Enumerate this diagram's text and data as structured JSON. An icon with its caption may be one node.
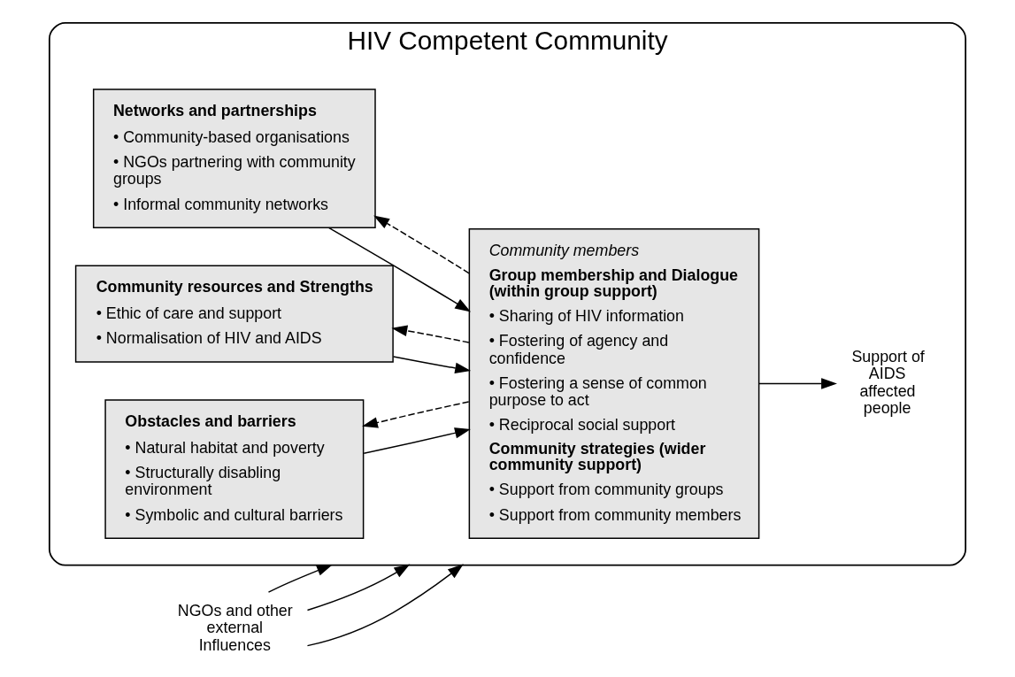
{
  "diagram": {
    "nodes": [
      {
        "text": [
          "HIV Competent Community"
        ]
      },
      {
        "text": [
          "Networks and partnerships",
          "• Community-based organisations",
          "• NGOs partnering with community groups",
          "• Informal community networks"
        ],
        "in": 0
      },
      {
        "text": [
          "Community resources and Strengths",
          "• Ethic of care and support",
          "• Normalisation of HIV and AIDS"
        ],
        "in": 0
      },
      {
        "text": [
          "Obstacles and barriers",
          "• Natural habitat and poverty",
          "• Structurally disabling environment",
          "• Symbolic and cultural barriers"
        ],
        "in": 0
      },
      {
        "text": [
          "Community members",
          "Group membership and Dialogue (within group support)",
          "• Sharing of HIV information",
          "• Fostering of agency and confidence",
          "• Fostering a sense of common purpose to act",
          "• Reciprocal social support",
          "Community strategies (wider community support)",
          "• Support from community groups",
          "• Support from community members"
        ],
        "in": 0
      },
      {
        "text": [
          "Support of AIDS affected people"
        ],
        "in": 0
      },
      {
        "text": [
          "NGOs and other external Influences"
        ]
      }
    ],
    "edges": [
      {
        "from": 1,
        "to": 4,
        "arrow": "to"
      },
      {
        "from": 4,
        "to": 1,
        "arrow": "to",
        "style": "dashed"
      },
      {
        "from": 2,
        "to": 4,
        "arrow": "to"
      },
      {
        "from": 4,
        "to": 2,
        "arrow": "to",
        "style": "dashed"
      },
      {
        "from": 3,
        "to": 4,
        "arrow": "to"
      },
      {
        "from": 4,
        "to": 3,
        "arrow": "to",
        "style": "dashed"
      },
      {
        "from": 4,
        "to": 5,
        "arrow": "to"
      },
      {
        "from": 6,
        "to": 0,
        "arrow": "to"
      },
      {
        "from": 6,
        "to": 0,
        "arrow": "to"
      },
      {
        "from": 6,
        "to": 0,
        "arrow": "to"
      }
    ]
  }
}
